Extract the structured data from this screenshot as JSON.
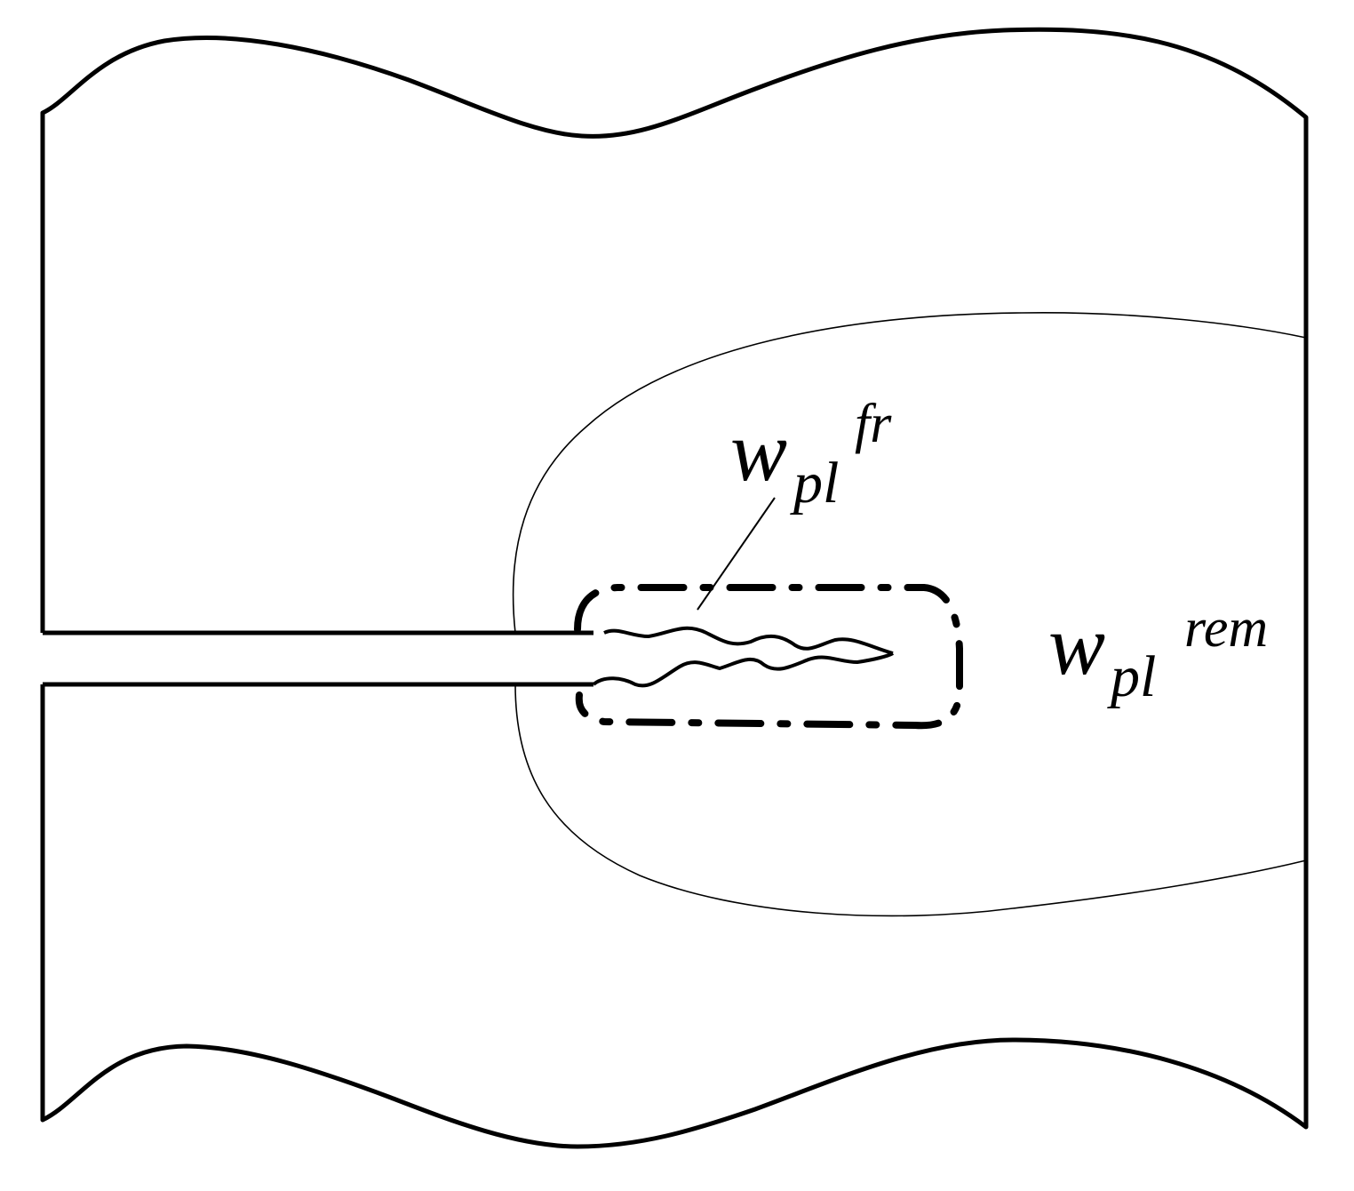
{
  "labels": {
    "fracture_zone": {
      "base": "w",
      "subscript": "pl",
      "superscript": "fr"
    },
    "remote_zone": {
      "base": "w",
      "subscript": "pl",
      "superscript": "rem"
    }
  },
  "colors": {
    "stroke": "#000000",
    "background": "#ffffff"
  }
}
